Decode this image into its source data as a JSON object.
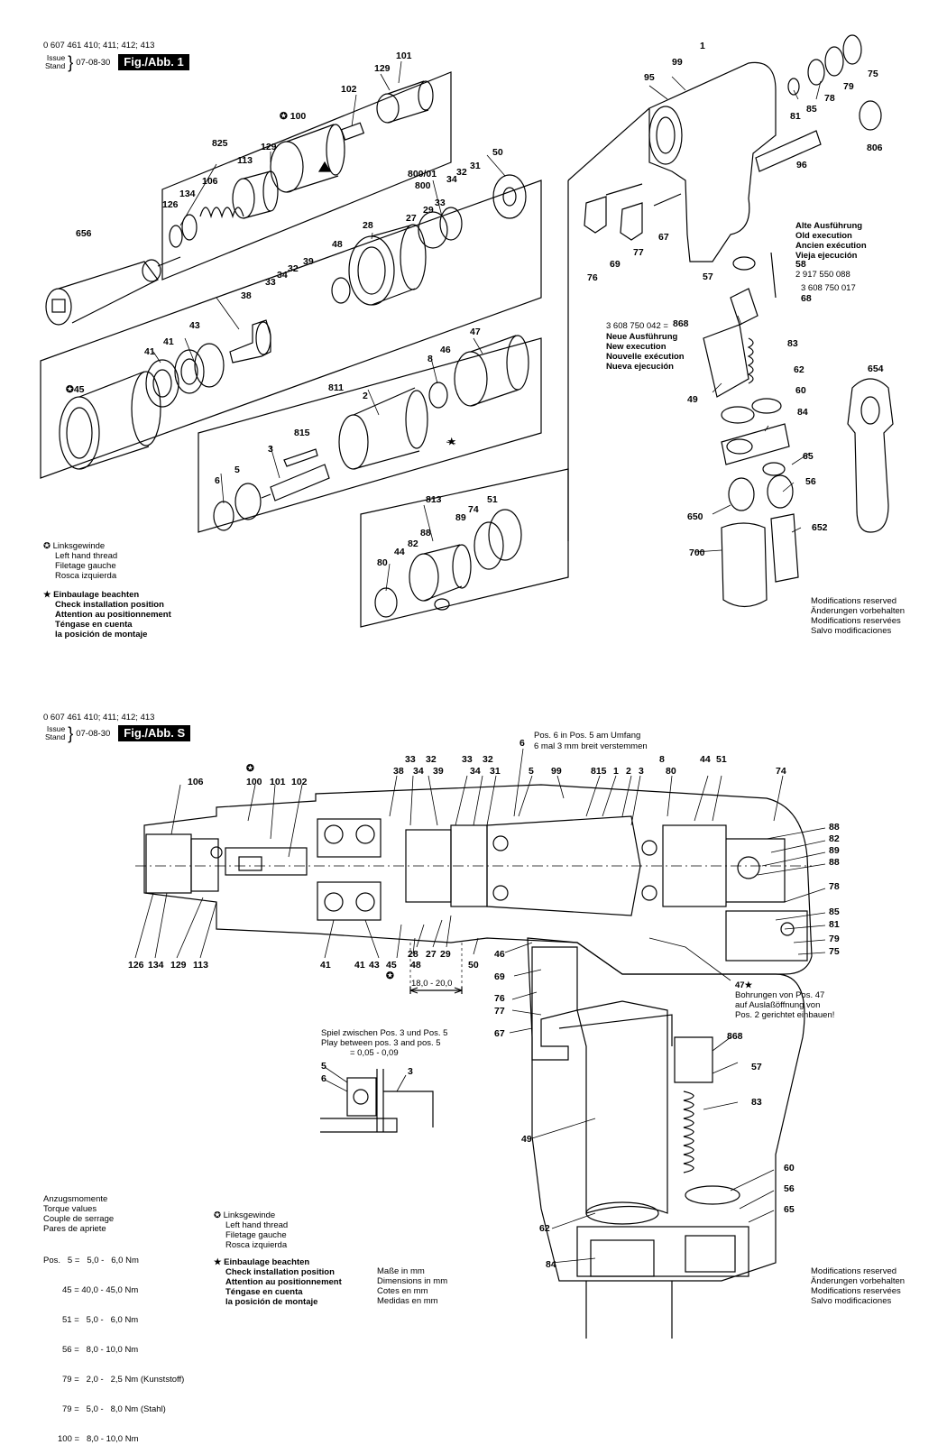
{
  "fig1": {
    "part_numbers": "0 607 461 410; 411; 412; 413",
    "issue_label": "Issue",
    "stand_label": "Stand",
    "date": "07-08-30",
    "fig_label": "Fig./Abb. 1",
    "labels": [
      "101",
      "129",
      "102",
      "100",
      "825",
      "129",
      "113",
      "106",
      "126",
      "134",
      "656",
      "50",
      "800/01",
      "800",
      "34",
      "32",
      "31",
      "27",
      "29",
      "33",
      "28",
      "48",
      "39",
      "33",
      "34",
      "32",
      "38",
      "43",
      "41",
      "41",
      "45",
      "47",
      "46",
      "8",
      "811",
      "2",
      "815",
      "3",
      "5",
      "6",
      "813",
      "51",
      "74",
      "89",
      "88",
      "82",
      "44",
      "80",
      "1",
      "99",
      "95",
      "75",
      "79",
      "78",
      "85",
      "81",
      "806",
      "96",
      "76",
      "69",
      "77",
      "67",
      "57",
      "58",
      "68",
      "868",
      "83",
      "62",
      "654",
      "49",
      "60",
      "84",
      "65",
      "56",
      "650",
      "652",
      "700"
    ],
    "old_exec": [
      "Alte Ausführung",
      "Old execution",
      "Ancien exécution",
      "Vieja ejecución"
    ],
    "part_58": "2 917 550 088",
    "part_68": "3 608 750 017",
    "part_868": "3 608 750 042 =",
    "new_exec": [
      "Neue Ausführung",
      "New execution",
      "Nouvelle exécution",
      "Nueva ejecución"
    ],
    "left_hand": [
      "Linksgewinde",
      "Left hand thread",
      "Filetage gauche",
      "Rosca izquierda"
    ],
    "install_check": [
      "Einbaulage beachten",
      "Check installation position",
      "Attention au positionnement",
      "Téngase en cuenta",
      "la posición de montaje"
    ],
    "modifications": [
      "Modifications reserved",
      "Änderungen vorbehalten",
      "Modifications reservées",
      "Salvo modificaciones"
    ]
  },
  "figS": {
    "part_numbers": "0 607 461 410; 411; 412; 413",
    "issue_label": "Issue",
    "stand_label": "Stand",
    "date": "07-08-30",
    "fig_label": "Fig./Abb. S",
    "note_pos6_a": "Pos. 6 in Pos. 5 am Umfang",
    "note_pos6_b": "6 mal 3 mm breit verstemmen",
    "top_labels": [
      "6",
      "33",
      "32",
      "33",
      "32",
      "38",
      "34",
      "39",
      "34",
      "31",
      "5",
      "99",
      "815",
      "1",
      "2",
      "3",
      "8",
      "80",
      "44",
      "51",
      "74",
      "106",
      "100",
      "101",
      "102"
    ],
    "right_labels": [
      "88",
      "82",
      "89",
      "88",
      "78",
      "85",
      "81",
      "79",
      "75"
    ],
    "bottom_labels": [
      "126",
      "134",
      "129",
      "113",
      "41",
      "41",
      "43",
      "45",
      "28",
      "27",
      "29",
      "50",
      "48",
      "46",
      "69",
      "76",
      "77",
      "67",
      "868",
      "57",
      "83",
      "49",
      "60",
      "56",
      "65",
      "62",
      "84"
    ],
    "dimension": "18,0 - 20,0",
    "note_47_label": "47",
    "note_47": [
      "Bohrungen von Pos. 47",
      "auf Auslaßöffnung von",
      "Pos. 2 gerichtet einbauen!"
    ],
    "play_note": [
      "Spiel zwischen Pos. 3 und Pos. 5",
      "Play between pos. 3 and pos. 5",
      "= 0,05 - 0,09"
    ],
    "inset_labels": [
      "5",
      "6",
      "3"
    ],
    "torque_title": [
      "Anzugsmomente",
      "Torque values",
      "Couple de serrage",
      "Pares de apriete"
    ],
    "torque_rows": [
      "Pos.   5 =   5,0 -   6,0 Nm",
      "45 = 40,0 - 45,0 Nm",
      "51 =   5,0 -   6,0 Nm",
      "56 =   8,0 - 10,0 Nm",
      "79 =   2,0 -   2,5 Nm (Kunststoff)",
      "79 =   5,0 -   8,0 Nm (Stahl)",
      "100 =   8,0 - 10,0 Nm"
    ],
    "left_hand": [
      "Linksgewinde",
      "Left hand thread",
      "Filetage gauche",
      "Rosca izquierda"
    ],
    "install_check": [
      "Einbaulage beachten",
      "Check installation position",
      "Attention au positionnement",
      "Téngase en cuenta",
      "la posición de montaje"
    ],
    "dims": [
      "Maße in mm",
      "Dimensions in mm",
      "Cotes en mm",
      "Medidas en mm"
    ],
    "modifications": [
      "Modifications reserved",
      "Änderungen vorbehalten",
      "Modifications reservées",
      "Salvo modificaciones"
    ]
  }
}
